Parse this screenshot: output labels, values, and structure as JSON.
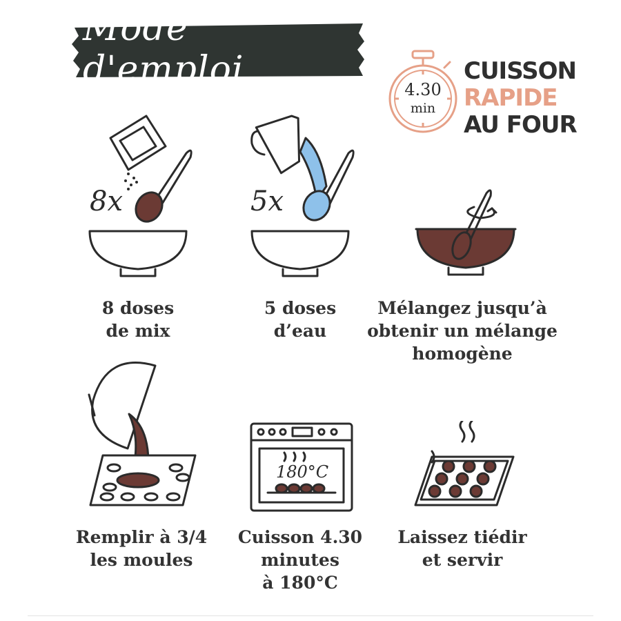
{
  "header": {
    "title": "Mode d'emploi",
    "timer": {
      "value": "4.30",
      "unit": "min"
    },
    "badge_lines": [
      "CUISSON",
      "RAPIDE",
      "AU FOUR"
    ],
    "accent_color": "#e6a087",
    "banner_color": "#2f3532"
  },
  "steps": [
    {
      "caption": "8 doses\nde mix",
      "count": "8x"
    },
    {
      "caption": "5 doses\nd’eau",
      "count": "5x"
    },
    {
      "caption": "Mélangez jusqu’à\nobtenir un mélange\nhomogène"
    },
    {
      "caption": "Remplir à 3/4\nles moules"
    },
    {
      "caption": "Cuisson 4.30\nminutes\nà 180°C",
      "oven_temp": "180°C"
    },
    {
      "caption": "Laissez tiédir\net servir"
    }
  ],
  "colors": {
    "chocolate": "#6b3a34",
    "water": "#8ec1ea",
    "ink": "#2b2b2b"
  }
}
